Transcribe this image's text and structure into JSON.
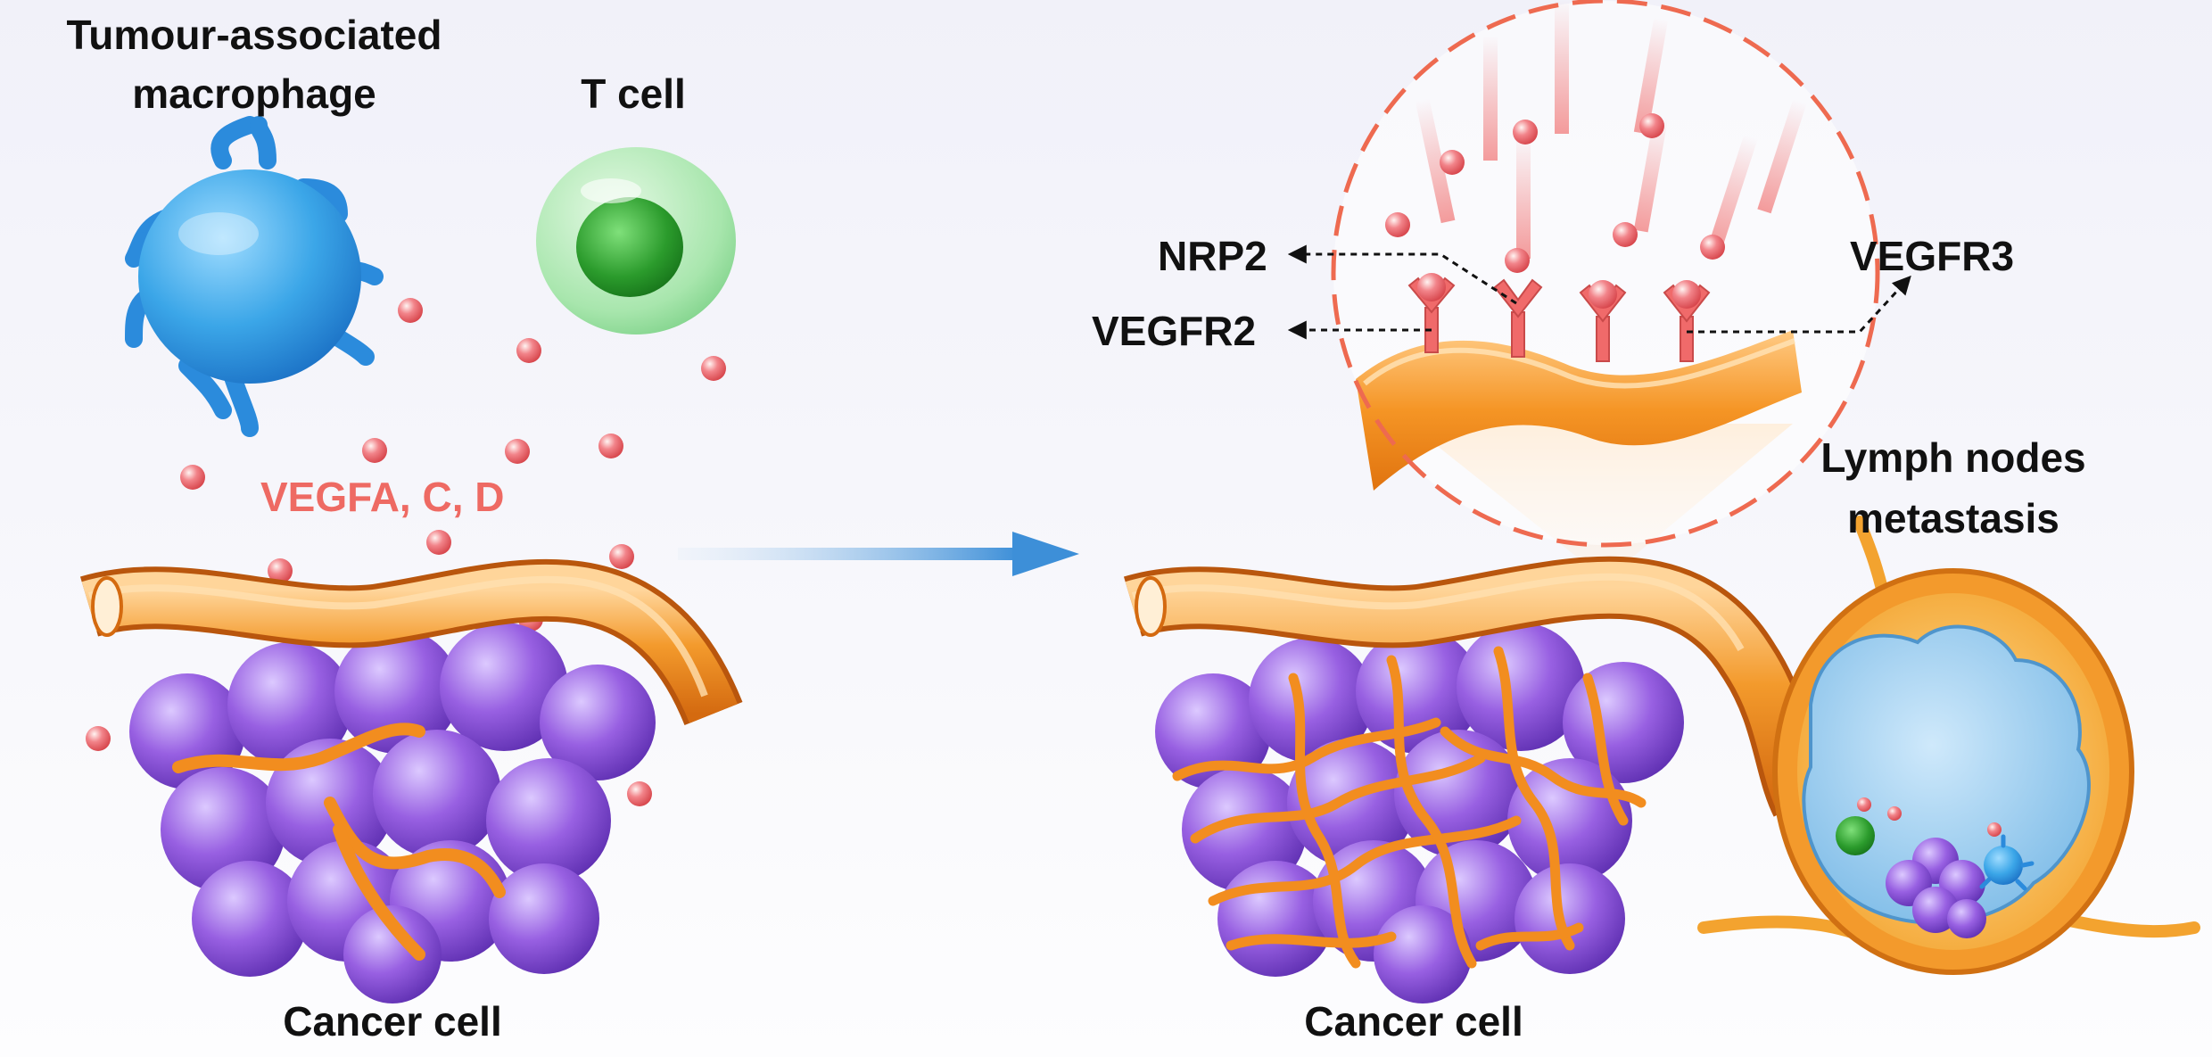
{
  "left_panel": {
    "macrophage_label_line1": "Tumour-associated",
    "macrophage_label_line2": "macrophage",
    "t_cell_label": "T cell",
    "growth_factors_label": "VEGFA, C, D",
    "cancer_label": "Cancer cell"
  },
  "right_panel": {
    "receptor_nrp2_label": "NRP2",
    "receptor_vegfr2_label": "VEGFR2",
    "receptor_vegfr3_label": "VEGFR3",
    "lymph_label_line1": "Lymph nodes",
    "lymph_label_line2": "metastasis",
    "cancer_label": "Cancer cell"
  },
  "colors": {
    "macrophage": "#3ba6e8",
    "t_cell_outer": "#9fe3a5",
    "t_cell_nucleus": "#2b9b2c",
    "vegf_particle": "#f2767a",
    "vessel": "#f39a2c",
    "cancer_cell": "#9860e2",
    "arrow": "#3d8fd8",
    "magnify_ring": "#ee6a50",
    "receptor": "#f06a6a"
  },
  "icons": {
    "macrophage": "macrophage-icon",
    "t_cell": "t-cell-icon",
    "cancer_cluster": "tumour-cluster-icon",
    "lymph_node": "lymph-node-icon",
    "transition_arrow": "arrow-right-icon"
  }
}
